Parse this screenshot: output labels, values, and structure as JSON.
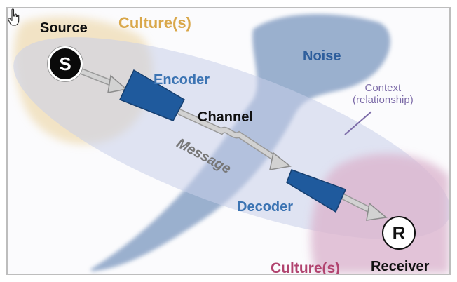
{
  "labels": {
    "culture_top": "Culture(s)",
    "culture_bottom": "Culture(s)",
    "source": "Source",
    "source_glyph": "S",
    "encoder": "Encoder",
    "noise": "Noise",
    "context_line1": "Context",
    "context_line2": "(relationship)",
    "channel": "Channel",
    "message": "Message",
    "decoder": "Decoder",
    "receiver_glyph": "R",
    "receiver": "Receiver"
  },
  "colors": {
    "culture_source_region": "#efdcb3",
    "culture_receiver_region": "#dcb6cf",
    "context_ellipse": "#c9d0ea",
    "noise_cloud": "#8aa3c6",
    "encoder_decoder": "#1f5a9d",
    "arrow": "#c2c2c2"
  },
  "icons": {
    "cursor": "hand-pointer-icon"
  }
}
